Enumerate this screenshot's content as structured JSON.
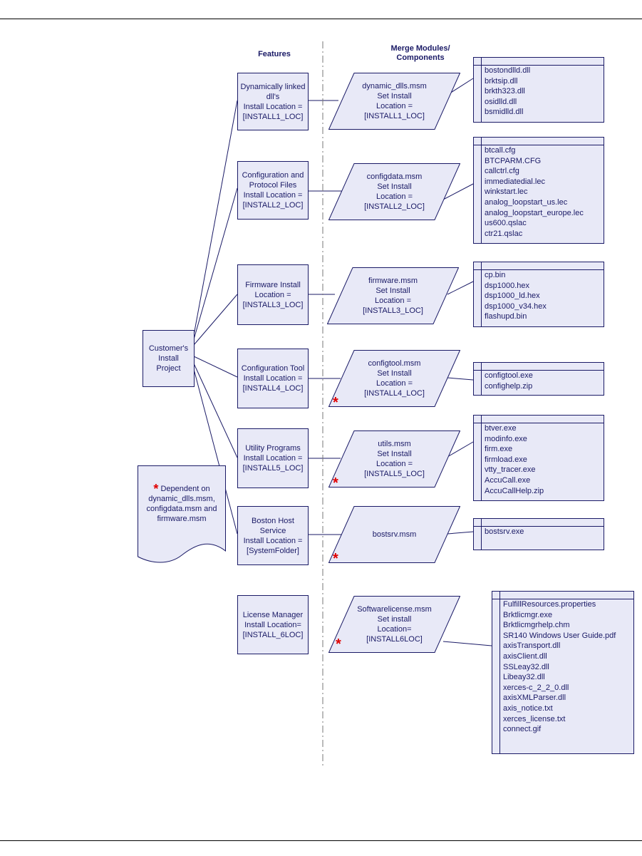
{
  "headers": {
    "features": "Features",
    "merge_modules": "Merge Modules/\nComponents"
  },
  "root": {
    "label": "Customer's Install\nProject"
  },
  "note": {
    "text": "Dependent on\ndynamic_dlls.msm,\nconfigdata.msm and\nfirmware.msm"
  },
  "rows": [
    {
      "feature": "Dynamically linked\ndll's\nInstall Location =\n[INSTALL1_LOC]",
      "module": "dynamic_dlls.msm\nSet Install\nLocation =\n[INSTALL1_LOC]",
      "dependent": false,
      "files": [
        "bostondlld.dll",
        "brktsip.dll",
        "brkth323.dll",
        "osidlld.dll",
        "bsmidlld.dll"
      ]
    },
    {
      "feature": "Configuration and\nProtocol Files\nInstall Location =\n[INSTALL2_LOC]",
      "module": "configdata.msm\nSet Install\nLocation =\n[INSTALL2_LOC]",
      "dependent": false,
      "files": [
        "btcall.cfg",
        "BTCPARM.CFG",
        "callctrl.cfg",
        "immediatedial.lec",
        "winkstart.lec",
        "analog_loopstart_us.lec",
        "analog_loopstart_europe.lec",
        "us600.qslac",
        "ctr21.qslac"
      ]
    },
    {
      "feature": "Firmware Install\nLocation =\n[INSTALL3_LOC]",
      "module": "firmware.msm\nSet Install\nLocation =\n[INSTALL3_LOC]",
      "dependent": false,
      "files": [
        "cp.bin",
        "dsp1000.hex",
        "dsp1000_ld.hex",
        "dsp1000_v34.hex",
        "flashupd.bin"
      ]
    },
    {
      "feature": "Configuration Tool\nInstall Location =\n[INSTALL4_LOC]",
      "module": "configtool.msm\nSet Install\nLocation =\n[INSTALL4_LOC]",
      "dependent": true,
      "files": [
        "configtool.exe",
        "confighelp.zip"
      ]
    },
    {
      "feature": "Utility Programs\nInstall Location =\n[INSTALL5_LOC]",
      "module": "utils.msm\nSet Install\nLocation =\n[INSTALL5_LOC]",
      "dependent": true,
      "files": [
        "btver.exe",
        "modinfo.exe",
        "firm.exe",
        "firmload.exe",
        "vtty_tracer.exe",
        "AccuCall.exe",
        "AccuCallHelp.zip"
      ]
    },
    {
      "feature": "Boston Host\nService\nInstall Location =\n[SystemFolder]",
      "module": "bostsrv.msm",
      "dependent": true,
      "files": [
        "bostsrv.exe"
      ]
    },
    {
      "feature": "License Manager\nInstall Location=\n[INSTALL_6LOC]",
      "module": "Softwarelicense.msm\nSet install\nLocation=\n[INSTALL6LOC]",
      "dependent": true,
      "files": [
        "FulfillResources.properties",
        "Brktlicmgr.exe",
        "Brktlicmgrhelp.chm",
        "SR140 Windows User Guide.pdf",
        "axisTransport.dll",
        "axisClient.dll",
        "SSLeay32.dll",
        "Libeay32.dll",
        "xerces-c_2_2_0.dll",
        "axisXMLParser.dll",
        "axis_notice.txt",
        "xerces_license.txt",
        "connect.gif"
      ]
    }
  ],
  "colors": {
    "box_fill": "#e8e9f7",
    "stroke": "#1a1a66",
    "star": "#e00000"
  }
}
